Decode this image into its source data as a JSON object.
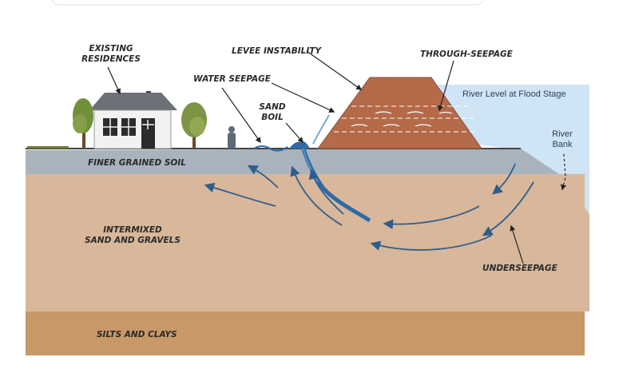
{
  "diagram": {
    "labels": {
      "existing_residences": [
        "EXISTING",
        "RESIDENCES"
      ],
      "levee_instability": "LEVEE INSTABILITY",
      "through_seepage": "THROUGH-SEEPAGE",
      "water_seepage": "WATER SEEPAGE",
      "sand_boil": [
        "SAND",
        "BOIL"
      ],
      "river_level": "River Level at Flood Stage",
      "river_bank": [
        "River",
        "Bank"
      ],
      "finer_grained_soil": "FINER GRAINED SOIL",
      "intermixed": [
        "INTERMIXED",
        "SAND AND GRAVELS"
      ],
      "underseepage": "UNDERSEEPAGE",
      "silts_and_clays": "SILTS AND CLAYS"
    },
    "colors": {
      "water": "#cfe4f4",
      "levee": "#b56a4a",
      "finer_soil": "#a9b3bd",
      "sand_gravel": "#d8b79b",
      "silts_clays": "#c89868",
      "flow_arrows": "#2f5d8c",
      "seepage_stream": "#2d6aa6"
    },
    "icons": [
      "house-icon",
      "tree-icon",
      "person-icon",
      "sand-boil-icon"
    ]
  }
}
